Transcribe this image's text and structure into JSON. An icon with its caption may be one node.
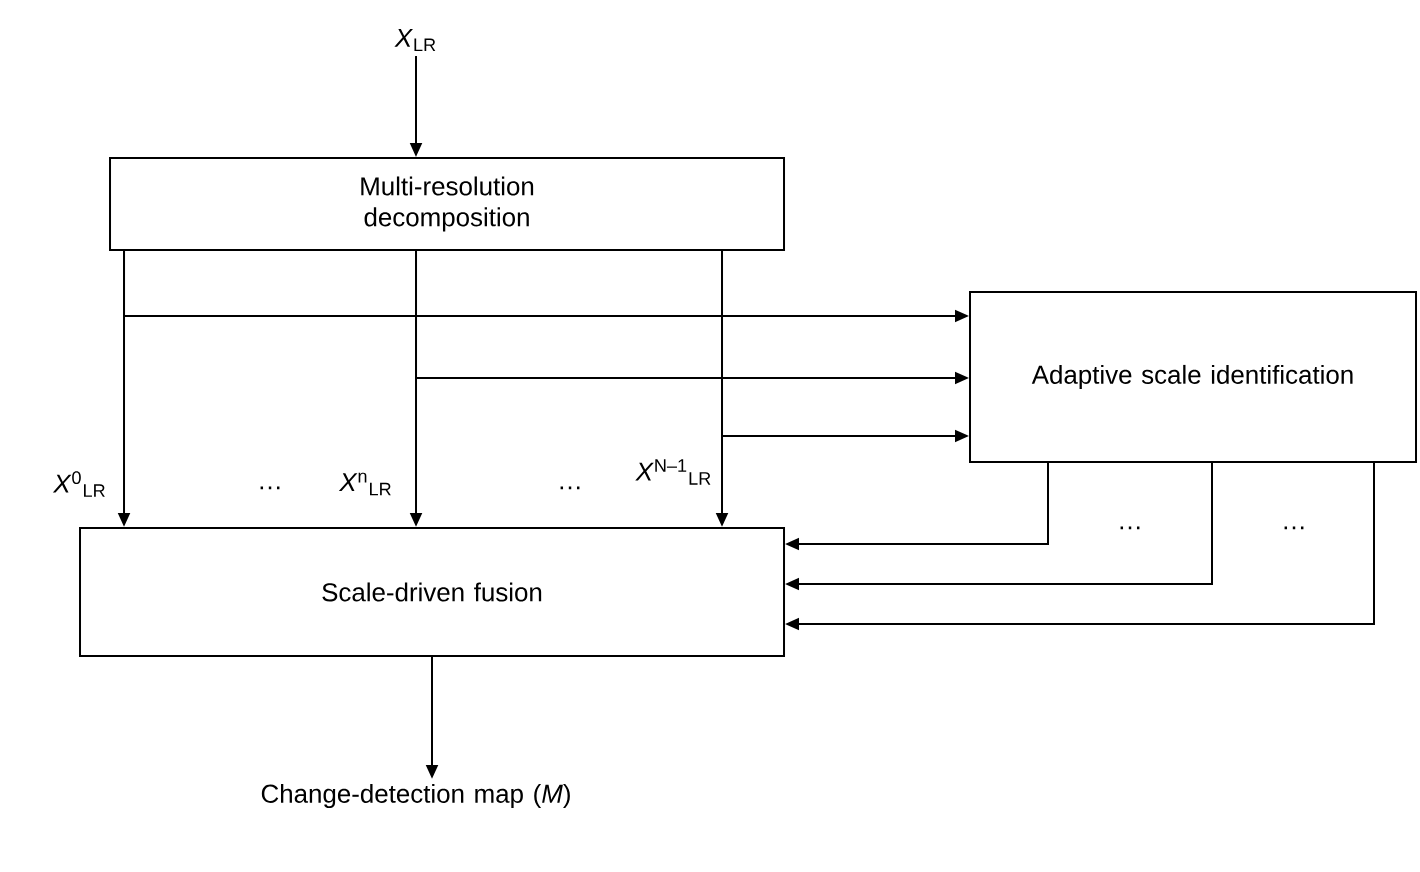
{
  "diagram": {
    "nodes": [
      {
        "text": [
          "*X*$_{LR}$"
        ]
      },
      {
        "text": [
          "Multi-resolution decomposition"
        ]
      },
      {
        "text": [
          "Adaptive scale identification"
        ]
      },
      {
        "text": [
          "Scale-driven fusion"
        ]
      },
      {
        "text": [
          "Change-detection map (*M*)"
        ]
      }
    ],
    "edges": [
      {
        "from": 0,
        "to": 1,
        "arrow": "to"
      },
      {
        "from": 1,
        "to": 3,
        "arrow": "to"
      },
      {
        "from": 1,
        "to": 3,
        "arrow": "to"
      },
      {
        "from": 1,
        "to": 3,
        "arrow": "to"
      },
      {
        "from": 1,
        "to": 2,
        "arrow": "to"
      },
      {
        "from": 1,
        "to": 2,
        "arrow": "to"
      },
      {
        "from": 1,
        "to": 2,
        "arrow": "to"
      },
      {
        "from": 2,
        "to": 3,
        "arrow": "to"
      },
      {
        "from": 2,
        "to": 3,
        "arrow": "to"
      },
      {
        "from": 2,
        "to": 3,
        "arrow": "to"
      },
      {
        "from": 3,
        "to": 4,
        "arrow": "to"
      }
    ],
    "labels": [
      "*X*$^{0}$$_{LR}$",
      "…",
      "*X*$^{n}$$_{LR}$",
      "…",
      "*X*$^{N–1}$$_{LR}$",
      "…",
      "…"
    ]
  }
}
